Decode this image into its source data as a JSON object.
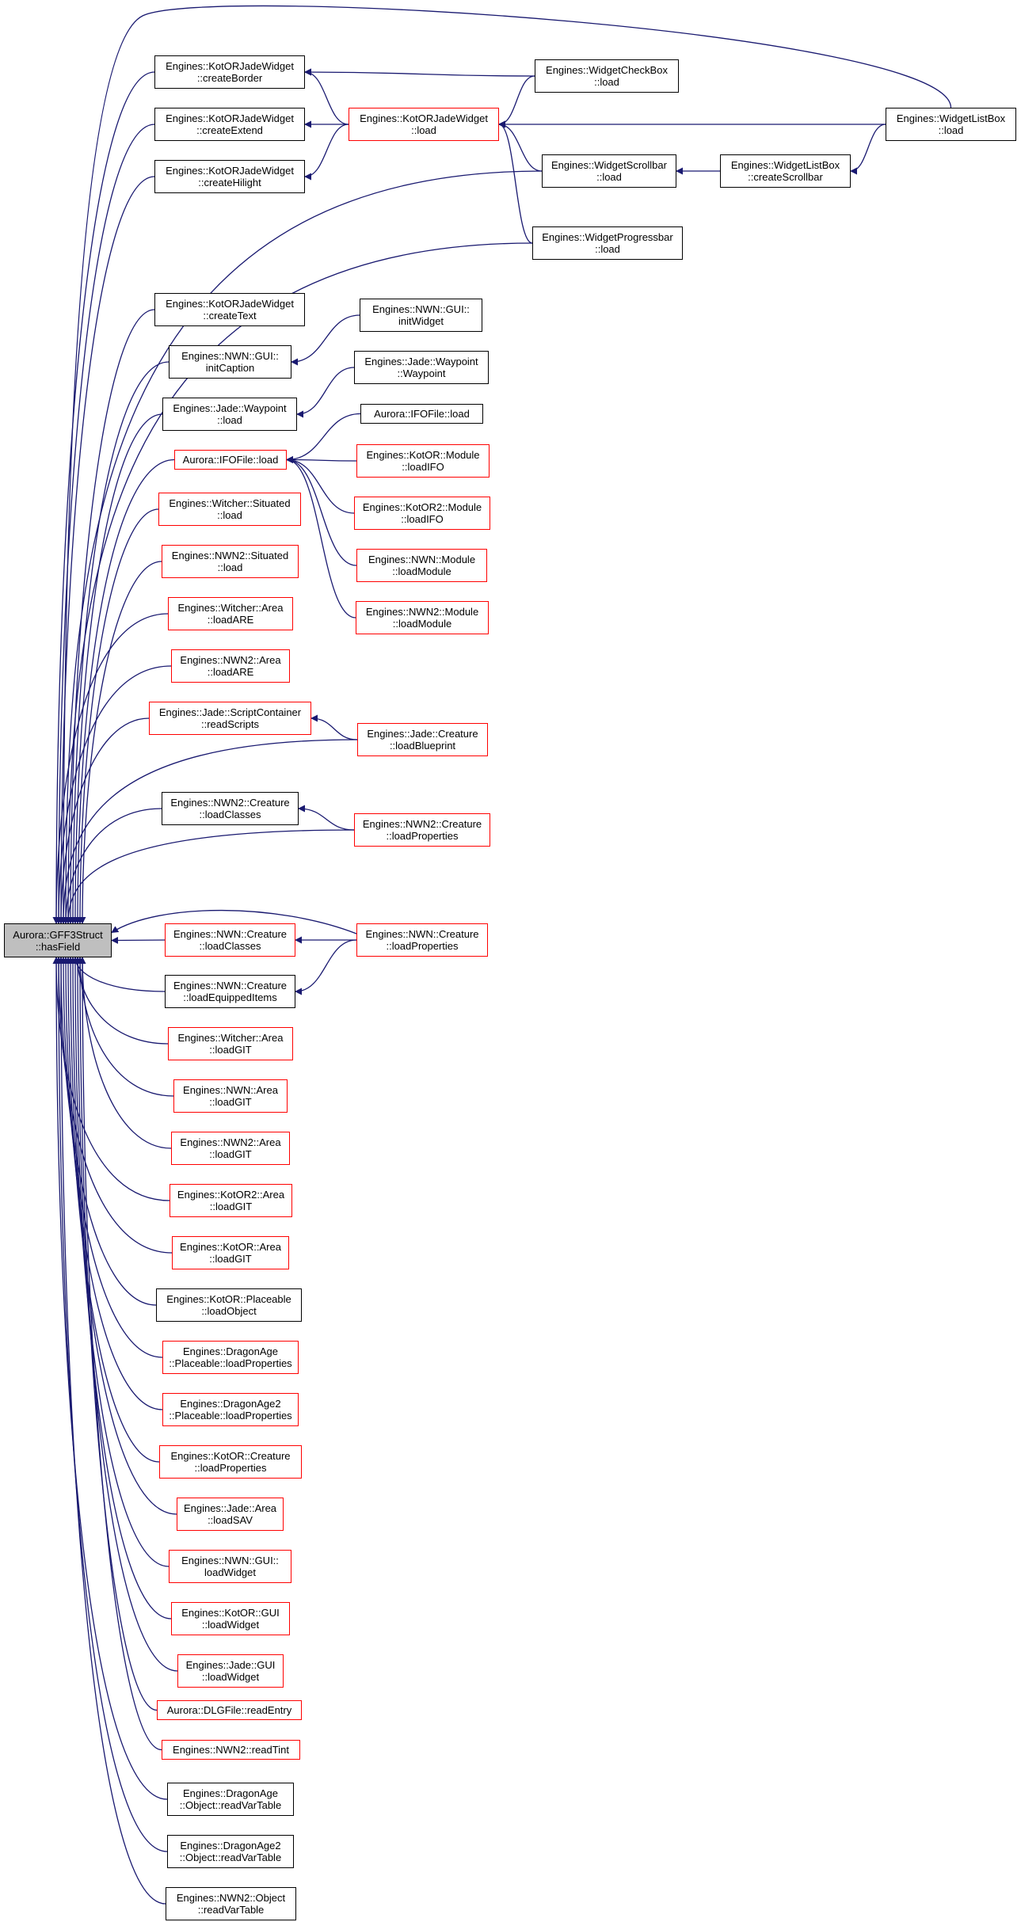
{
  "diagram": {
    "root": {
      "id": "root",
      "l1": "Aurora::GFF3Struct",
      "l2": "::hasField"
    },
    "nodes": [
      {
        "id": "kjw_border",
        "l1": "Engines::KotORJadeWidget",
        "l2": "::createBorder",
        "red": false
      },
      {
        "id": "kjw_extend",
        "l1": "Engines::KotORJadeWidget",
        "l2": "::createExtend",
        "red": false
      },
      {
        "id": "kjw_hilight",
        "l1": "Engines::KotORJadeWidget",
        "l2": "::createHilight",
        "red": false
      },
      {
        "id": "kjw_load",
        "l1": "Engines::KotORJadeWidget",
        "l2": "::load",
        "red": true
      },
      {
        "id": "wcb_load",
        "l1": "Engines::WidgetCheckBox",
        "l2": "::load",
        "red": false
      },
      {
        "id": "wlb_load",
        "l1": "Engines::WidgetListBox",
        "l2": "::load",
        "red": false
      },
      {
        "id": "wsb_load",
        "l1": "Engines::WidgetScrollbar",
        "l2": "::load",
        "red": false
      },
      {
        "id": "wlb_cs",
        "l1": "Engines::WidgetListBox",
        "l2": "::createScrollbar",
        "red": false
      },
      {
        "id": "wpb_load",
        "l1": "Engines::WidgetProgressbar",
        "l2": "::load",
        "red": false
      },
      {
        "id": "kjw_text",
        "l1": "Engines::KotORJadeWidget",
        "l2": "::createText",
        "red": false
      },
      {
        "id": "nwn_gui_iw",
        "l1": "Engines::NWN::GUI::",
        "l2": "initWidget",
        "red": false
      },
      {
        "id": "nwn_gui_ic",
        "l1": "Engines::NWN::GUI::",
        "l2": "initCaption",
        "red": false
      },
      {
        "id": "jade_wp_wp",
        "l1": "Engines::Jade::Waypoint",
        "l2": "::Waypoint",
        "red": false
      },
      {
        "id": "jade_wp_load",
        "l1": "Engines::Jade::Waypoint",
        "l2": "::load",
        "red": false
      },
      {
        "id": "ifo_load_b",
        "l1": "Aurora::IFOFile::load",
        "l2": "",
        "red": false
      },
      {
        "id": "ifo_load",
        "l1": "Aurora::IFOFile::load",
        "l2": "",
        "red": true
      },
      {
        "id": "kotor_mod",
        "l1": "Engines::KotOR::Module",
        "l2": "::loadIFO",
        "red": true
      },
      {
        "id": "kotor2_mod",
        "l1": "Engines::KotOR2::Module",
        "l2": "::loadIFO",
        "red": true
      },
      {
        "id": "nwn_mod",
        "l1": "Engines::NWN::Module",
        "l2": "::loadModule",
        "red": true
      },
      {
        "id": "nwn2_mod",
        "l1": "Engines::NWN2::Module",
        "l2": "::loadModule",
        "red": true
      },
      {
        "id": "witcher_sit",
        "l1": "Engines::Witcher::Situated",
        "l2": "::load",
        "red": true
      },
      {
        "id": "nwn2_sit",
        "l1": "Engines::NWN2::Situated",
        "l2": "::load",
        "red": true
      },
      {
        "id": "witcher_are",
        "l1": "Engines::Witcher::Area",
        "l2": "::loadARE",
        "red": true
      },
      {
        "id": "nwn2_are",
        "l1": "Engines::NWN2::Area",
        "l2": "::loadARE",
        "red": true
      },
      {
        "id": "jade_sc",
        "l1": "Engines::Jade::ScriptContainer",
        "l2": "::readScripts",
        "red": true
      },
      {
        "id": "jade_cr_bp",
        "l1": "Engines::Jade::Creature",
        "l2": "::loadBlueprint",
        "red": true
      },
      {
        "id": "nwn2_cr_cls",
        "l1": "Engines::NWN2::Creature",
        "l2": "::loadClasses",
        "red": false
      },
      {
        "id": "nwn2_cr_prop",
        "l1": "Engines::NWN2::Creature",
        "l2": "::loadProperties",
        "red": true
      },
      {
        "id": "nwn_cr_cls",
        "l1": "Engines::NWN::Creature",
        "l2": "::loadClasses",
        "red": true
      },
      {
        "id": "nwn_cr_prop",
        "l1": "Engines::NWN::Creature",
        "l2": "::loadProperties",
        "red": true
      },
      {
        "id": "nwn_cr_eq",
        "l1": "Engines::NWN::Creature",
        "l2": "::loadEquippedItems",
        "red": false
      },
      {
        "id": "witcher_git",
        "l1": "Engines::Witcher::Area",
        "l2": "::loadGIT",
        "red": true
      },
      {
        "id": "nwn_git",
        "l1": "Engines::NWN::Area",
        "l2": "::loadGIT",
        "red": true
      },
      {
        "id": "nwn2_git",
        "l1": "Engines::NWN2::Area",
        "l2": "::loadGIT",
        "red": true
      },
      {
        "id": "kotor2_git",
        "l1": "Engines::KotOR2::Area",
        "l2": "::loadGIT",
        "red": true
      },
      {
        "id": "kotor_git",
        "l1": "Engines::KotOR::Area",
        "l2": "::loadGIT",
        "red": true
      },
      {
        "id": "kotor_plc",
        "l1": "Engines::KotOR::Placeable",
        "l2": "::loadObject",
        "red": false
      },
      {
        "id": "da_plc",
        "l1": "Engines::DragonAge",
        "l2": "::Placeable::loadProperties",
        "red": true
      },
      {
        "id": "da2_plc",
        "l1": "Engines::DragonAge2",
        "l2": "::Placeable::loadProperties",
        "red": true
      },
      {
        "id": "kotor_cr_prop",
        "l1": "Engines::KotOR::Creature",
        "l2": "::loadProperties",
        "red": true
      },
      {
        "id": "jade_sav",
        "l1": "Engines::Jade::Area",
        "l2": "::loadSAV",
        "red": true
      },
      {
        "id": "nwn_gui_lw",
        "l1": "Engines::NWN::GUI::",
        "l2": "loadWidget",
        "red": true
      },
      {
        "id": "kotor_gui_lw",
        "l1": "Engines::KotOR::GUI",
        "l2": "::loadWidget",
        "red": true
      },
      {
        "id": "jade_gui_lw",
        "l1": "Engines::Jade::GUI",
        "l2": "::loadWidget",
        "red": true
      },
      {
        "id": "dlg_re",
        "l1": "Aurora::DLGFile::readEntry",
        "l2": "",
        "red": true
      },
      {
        "id": "nwn2_tint",
        "l1": "Engines::NWN2::readTint",
        "l2": "",
        "red": true
      },
      {
        "id": "da_vt",
        "l1": "Engines::DragonAge",
        "l2": "::Object::readVarTable",
        "red": false
      },
      {
        "id": "da2_vt",
        "l1": "Engines::DragonAge2",
        "l2": "::Object::readVarTable",
        "red": false
      },
      {
        "id": "nwn2_vt",
        "l1": "Engines::NWN2::Object",
        "l2": "::readVarTable",
        "red": false
      }
    ]
  },
  "colors": {
    "edge": "#191970",
    "red_border": "#ff0000",
    "black_border": "#000000",
    "root_fill": "#bfbfbf"
  }
}
